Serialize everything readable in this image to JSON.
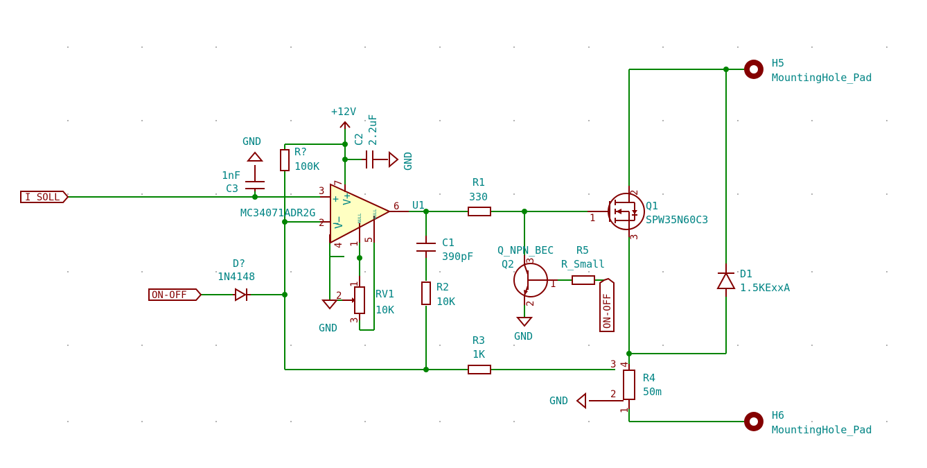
{
  "labels": {
    "i_soll": "I_SOLL",
    "on_off_left": "ON-OFF",
    "on_off_right": "ON-OFF"
  },
  "power": {
    "vcc": "+12V",
    "gnd_c3": "GND",
    "gnd_c2": "GND",
    "gnd_rv1": "GND",
    "gnd_q2": "GND",
    "gnd_r4": "GND"
  },
  "components": {
    "u1": {
      "ref": "U1",
      "value": "MC34071ADR2G",
      "plus": "+",
      "minus": "−",
      "vplus": "V+",
      "vminus": "V−",
      "null1": "NULL",
      "null2": "NULL",
      "pins": [
        "3",
        "2",
        "6",
        "7",
        "4",
        "1",
        "5"
      ]
    },
    "r_pull": {
      "ref": "R?",
      "value": "100K"
    },
    "c3": {
      "ref": "C3",
      "value": "1nF"
    },
    "c2": {
      "ref": "C2",
      "value": "2.2uF"
    },
    "d_in": {
      "ref": "D?",
      "value": "1N4148"
    },
    "rv1": {
      "ref": "RV1",
      "value": "10K",
      "pins": [
        "1",
        "2",
        "3"
      ]
    },
    "r1": {
      "ref": "R1",
      "value": "330"
    },
    "c1": {
      "ref": "C1",
      "value": "390pF"
    },
    "r2": {
      "ref": "R2",
      "value": "10K"
    },
    "r3": {
      "ref": "R3",
      "value": "1K"
    },
    "q2": {
      "ref": "Q2",
      "value": "Q_NPN_BEC",
      "pins": [
        "3",
        "1",
        "2"
      ]
    },
    "r5": {
      "ref": "R5",
      "value": "R_Small"
    },
    "q1": {
      "ref": "Q1",
      "value": "SPW35N60C3",
      "pins": [
        "1",
        "2",
        "3"
      ]
    },
    "d1": {
      "ref": "D1",
      "value": "1.5KExxA"
    },
    "r4": {
      "ref": "R4",
      "value": "50m",
      "pins": [
        "3",
        "4",
        "2",
        "1"
      ]
    },
    "h5": {
      "ref": "H5",
      "value": "MountingHole_Pad"
    },
    "h6": {
      "ref": "H6",
      "value": "MountingHole_Pad"
    }
  },
  "colors": {
    "wire": "#008400",
    "component": "#840000",
    "text": "#008484",
    "opamp_fill": "#ffffc2",
    "grid_dot": "#9a9a9a"
  }
}
